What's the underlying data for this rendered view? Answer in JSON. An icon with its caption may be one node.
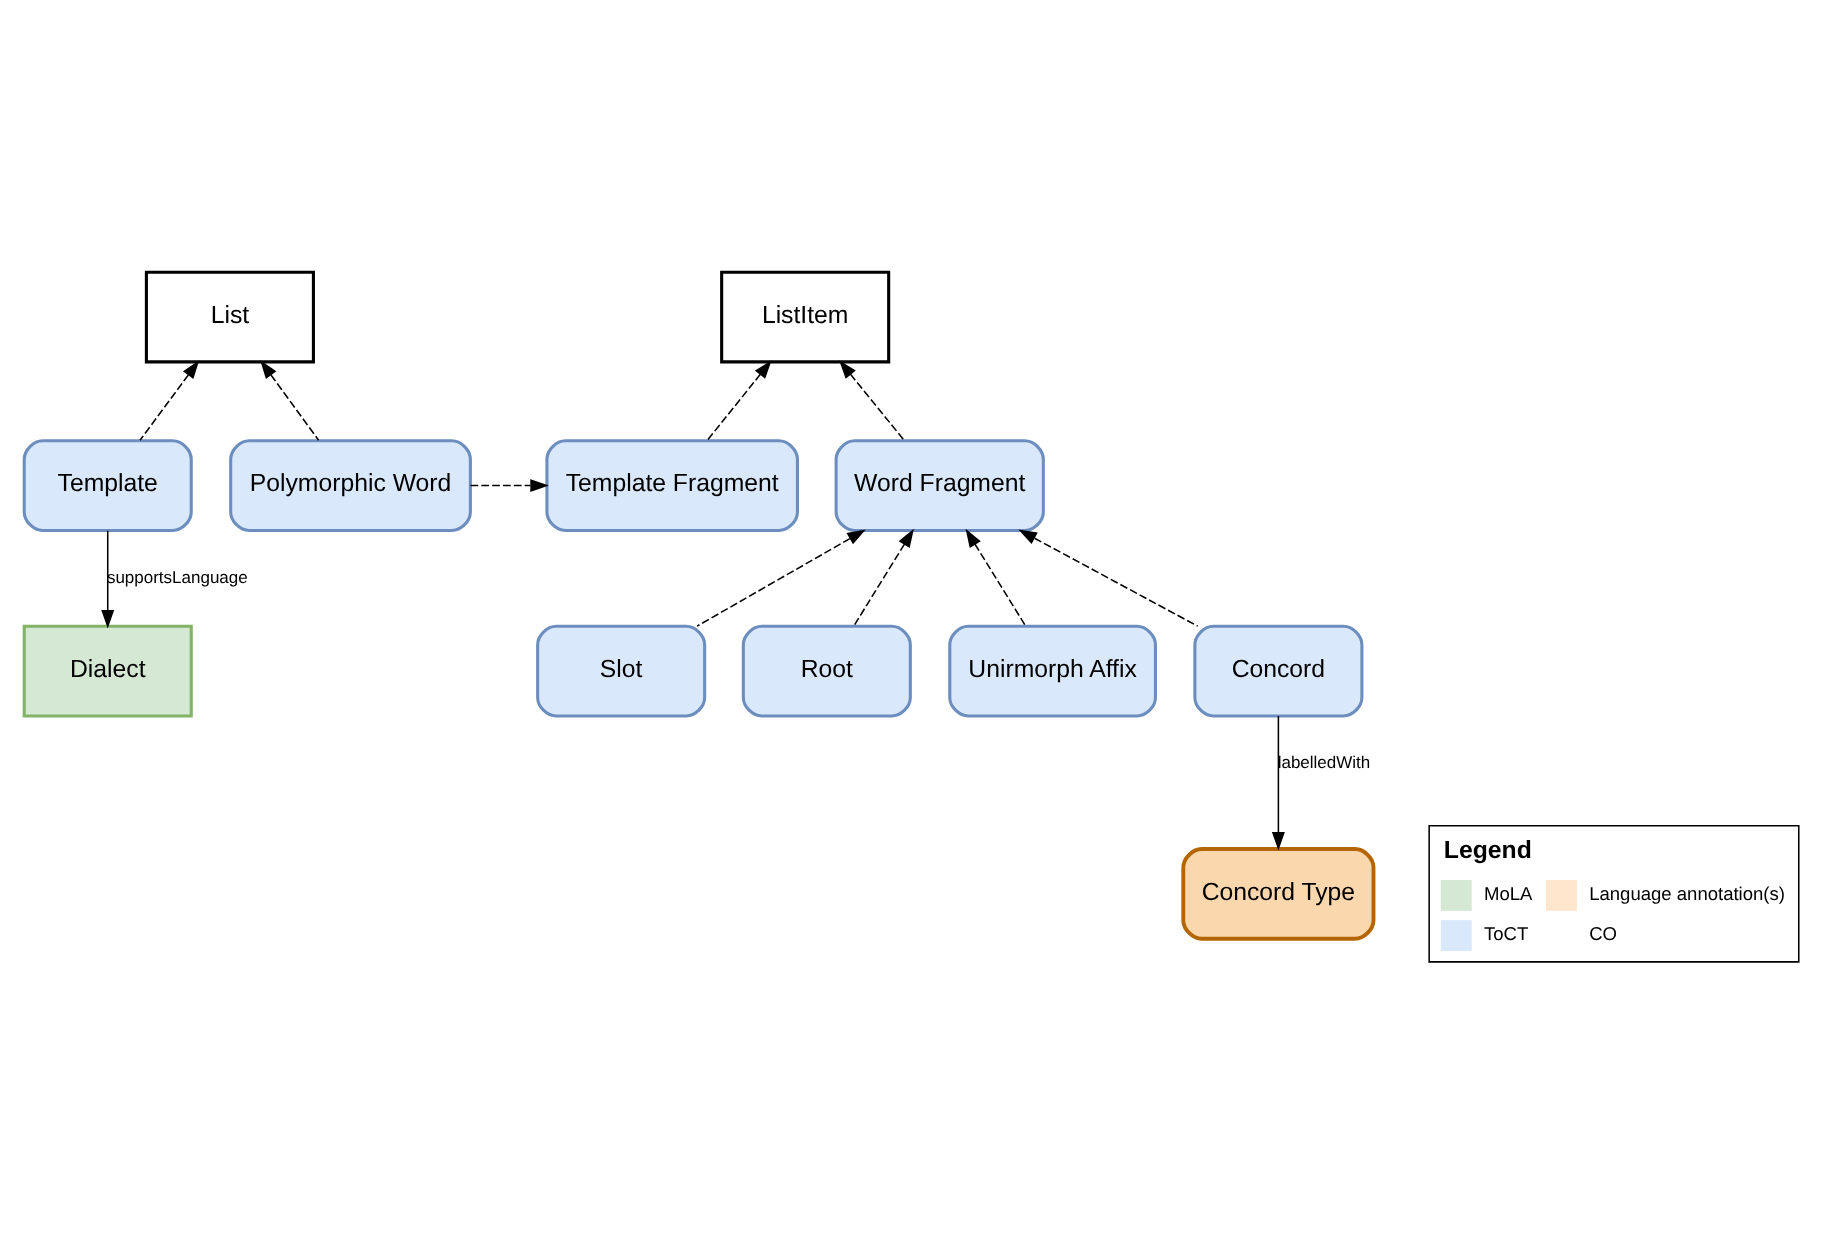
{
  "diagram": {
    "nodes": [
      {
        "text": [
          "List"
        ]
      },
      {
        "text": [
          "ListItem"
        ]
      },
      {
        "text": [
          "Template"
        ]
      },
      {
        "text": [
          "Polymorphic Word"
        ]
      },
      {
        "text": [
          "Template Fragment"
        ]
      },
      {
        "text": [
          "Word Fragment"
        ]
      },
      {
        "text": [
          "Dialect"
        ]
      },
      {
        "text": [
          "Slot"
        ]
      },
      {
        "text": [
          "Root"
        ]
      },
      {
        "text": [
          "Unirmorph Affix"
        ]
      },
      {
        "text": [
          "Concord"
        ]
      },
      {
        "text": [
          "Concord Type"
        ]
      }
    ],
    "edges": [
      {
        "from": 2,
        "to": 0,
        "arrow": "to",
        "style": "dashed"
      },
      {
        "from": 3,
        "to": 0,
        "arrow": "to",
        "style": "dashed"
      },
      {
        "from": 3,
        "to": 4,
        "arrow": "to",
        "style": "dashed"
      },
      {
        "from": 4,
        "to": 1,
        "arrow": "to",
        "style": "dashed"
      },
      {
        "from": 5,
        "to": 1,
        "arrow": "to",
        "style": "dashed"
      },
      {
        "from": 2,
        "to": 6,
        "arrow": "to",
        "label": "supportsLanguage"
      },
      {
        "from": 7,
        "to": 5,
        "arrow": "to",
        "style": "dashed"
      },
      {
        "from": 8,
        "to": 5,
        "arrow": "to",
        "style": "dashed"
      },
      {
        "from": 9,
        "to": 5,
        "arrow": "to",
        "style": "dashed"
      },
      {
        "from": 10,
        "to": 5,
        "arrow": "to",
        "style": "dashed"
      },
      {
        "from": 10,
        "to": 11,
        "arrow": "to",
        "label": "labelledWith"
      }
    ],
    "labels": [
      "Legend"
    ],
    "legend": [
      {
        "text": "MoLA",
        "color": "#d5e8d4"
      },
      {
        "text": "Language annotation(s)",
        "color": "#ffe6cc"
      },
      {
        "text": "ToCT",
        "color": "#dae8fc"
      },
      {
        "text": "CO",
        "color": "#ffffff"
      }
    ]
  }
}
